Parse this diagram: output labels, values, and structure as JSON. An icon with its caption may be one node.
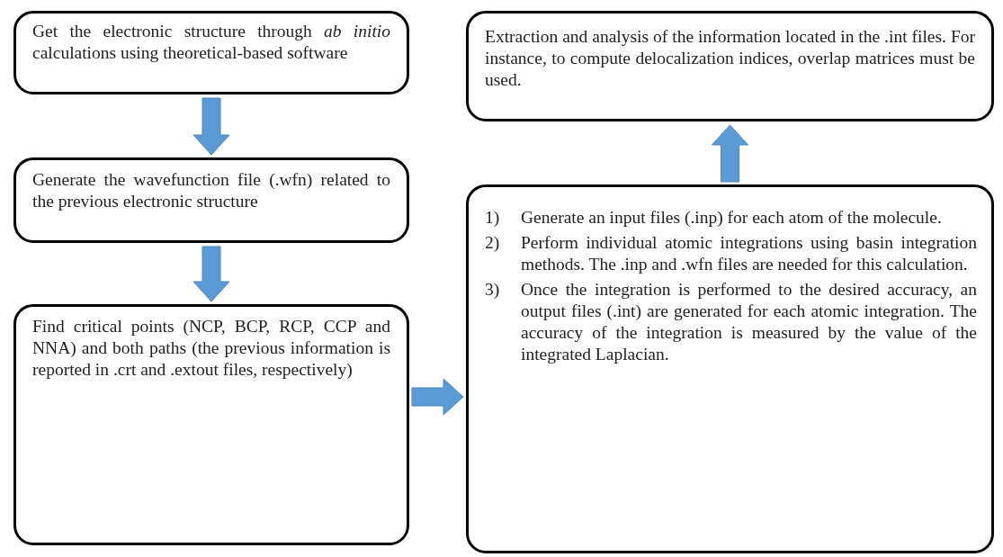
{
  "diagram": {
    "nodes": [
      {
        "text": [
          "Get the electronic structure through *ab initio* calculations using theoretical-based software"
        ]
      },
      {
        "text": [
          "Generate the wavefunction file (.wfn) related to the previous electronic structure"
        ]
      },
      {
        "text": [
          "Find critical points (NCP, BCP, RCP, CCP and NNA) and both paths (the previous information is reported in .crt and .extout files, respectively)"
        ]
      },
      {
        "text": [
          "Extraction and analysis of the information located in the .int files.  For instance, to compute delocalization indices, overlap matrices must be used."
        ]
      },
      {
        "text": [
          "1)",
          "Generate an input files (.inp) for each atom of the molecule.",
          "2)",
          "Perform individual atomic integrations using basin integration methods. The .inp and .wfn files are needed for this calculation.",
          "3)",
          "Once the integration is performed to the desired accuracy, an output files (.int) are generated for each atomic integration. The accuracy of the integration is measured by the value of the integrated Laplacian."
        ]
      }
    ],
    "edges": [
      {
        "from": 0,
        "to": 1,
        "arrow": "to"
      },
      {
        "from": 1,
        "to": 2,
        "arrow": "to"
      },
      {
        "from": 2,
        "to": 4,
        "arrow": "to"
      },
      {
        "from": 4,
        "to": 3,
        "arrow": "to"
      }
    ]
  }
}
